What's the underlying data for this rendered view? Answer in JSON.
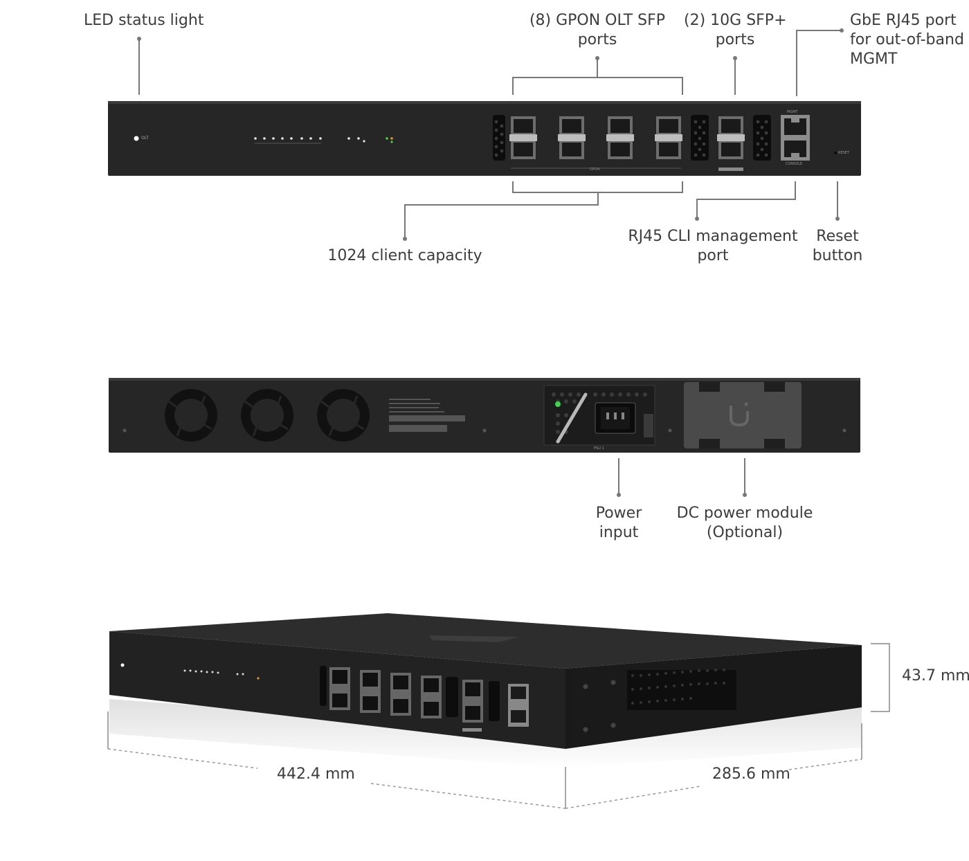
{
  "front_labels": {
    "led": "LED status light",
    "gpon_l1": "(8) GPON OLT SFP",
    "gpon_l2": "ports",
    "sfp_l1": "(2) 10G SFP+",
    "sfp_l2": "ports",
    "mgmt_l1": "GbE RJ45 port",
    "mgmt_l2": "for out-of-band",
    "mgmt_l3": "MGMT",
    "capacity": "1024 client capacity",
    "cli_l1": "RJ45 CLI management",
    "cli_l2": "port",
    "reset_l1": "Reset",
    "reset_l2": "button"
  },
  "back_labels": {
    "power_l1": "Power",
    "power_l2": "input",
    "dc_l1": "DC power module",
    "dc_l2": "(Optional)"
  },
  "dimensions": {
    "height": "43.7 mm",
    "width": "442.4 mm",
    "depth": "285.6 mm"
  },
  "device_text": {
    "olt_led": "OLT",
    "mgmt_port": "MGMT",
    "console_port": "CONSOLE",
    "reset": "RESET",
    "gpon_group": "GPON",
    "psu": "PSU 1"
  },
  "colors": {
    "chassis": "#262626",
    "label_text": "#3c3c3c",
    "leader_line": "#777777",
    "led_power": "#3fd44a"
  }
}
